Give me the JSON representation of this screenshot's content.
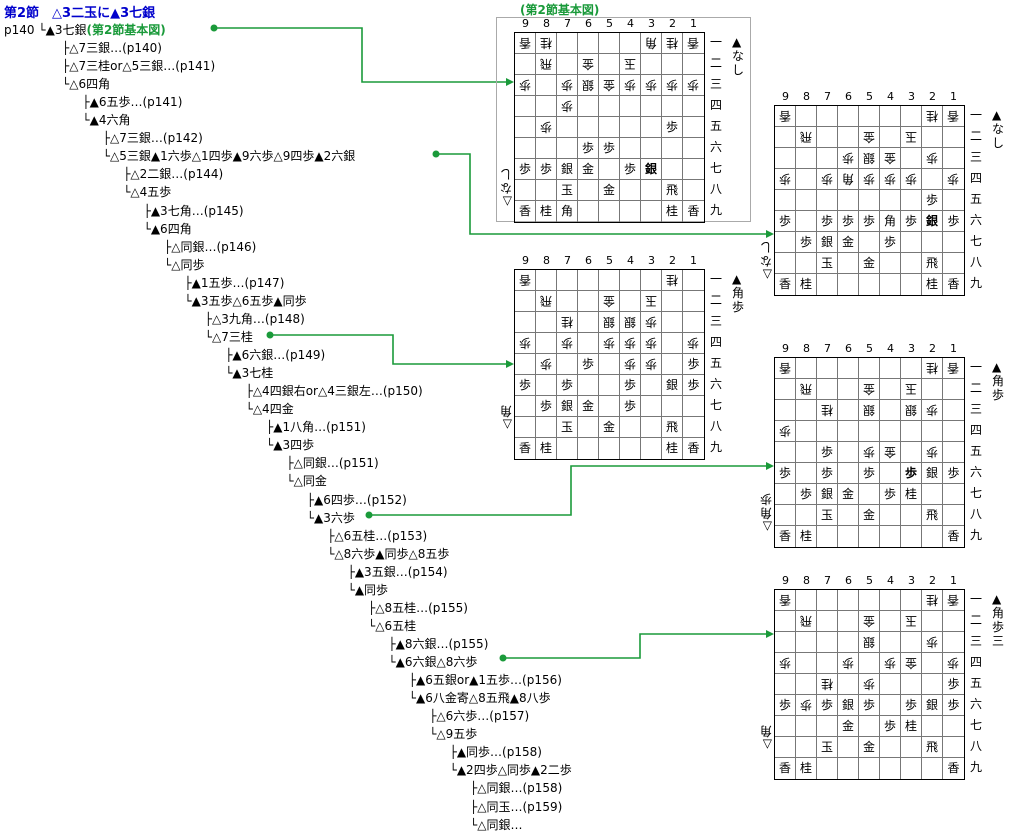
{
  "heading": "第2節　△3二玉に▲3七銀",
  "root_page": "p140",
  "root_move": "▲3七銀",
  "root_tag": "(第2節基本図)",
  "tree": [
    {
      "depth": 0,
      "conn": "├",
      "text": "△7三銀…(p140)"
    },
    {
      "depth": 0,
      "conn": "├",
      "text": "△7三桂or△5三銀…(p141)"
    },
    {
      "depth": 0,
      "conn": "└",
      "text": "△6四角"
    },
    {
      "depth": 1,
      "conn": "├",
      "text": "▲6五歩…(p141)"
    },
    {
      "depth": 1,
      "conn": "└",
      "text": "▲4六角"
    },
    {
      "depth": 2,
      "conn": "├",
      "text": "△7三銀…(p142)"
    },
    {
      "depth": 2,
      "conn": "└",
      "text": "△5三銀▲1六歩△1四歩▲9六歩△9四歩▲2六銀"
    },
    {
      "depth": 3,
      "conn": "├",
      "text": "△2二銀…(p144)"
    },
    {
      "depth": 3,
      "conn": "└",
      "text": "△4五歩"
    },
    {
      "depth": 4,
      "conn": "├",
      "text": "▲3七角…(p145)"
    },
    {
      "depth": 4,
      "conn": "└",
      "text": "▲6四角"
    },
    {
      "depth": 5,
      "conn": "├",
      "text": "△同銀…(p146)"
    },
    {
      "depth": 5,
      "conn": "└",
      "text": "△同歩"
    },
    {
      "depth": 6,
      "conn": "├",
      "text": "▲1五歩…(p147)"
    },
    {
      "depth": 6,
      "conn": "└",
      "text": "▲3五歩△6五歩▲同歩"
    },
    {
      "depth": 7,
      "conn": "├",
      "text": "△3九角…(p148)"
    },
    {
      "depth": 7,
      "conn": "└",
      "text": "△7三桂"
    },
    {
      "depth": 8,
      "conn": "├",
      "text": "▲6六銀…(p149)"
    },
    {
      "depth": 8,
      "conn": "└",
      "text": "▲3七桂"
    },
    {
      "depth": 9,
      "conn": "├",
      "text": "△4四銀右or△4三銀左…(p150)"
    },
    {
      "depth": 9,
      "conn": "└",
      "text": "△4四金"
    },
    {
      "depth": 10,
      "conn": "├",
      "text": "▲1八角…(p151)"
    },
    {
      "depth": 10,
      "conn": "└",
      "text": "▲3四歩"
    },
    {
      "depth": 11,
      "conn": "├",
      "text": "△同銀…(p151)"
    },
    {
      "depth": 11,
      "conn": "└",
      "text": "△同金"
    },
    {
      "depth": 12,
      "conn": "├",
      "text": "▲6四歩…(p152)"
    },
    {
      "depth": 12,
      "conn": "└",
      "text": "▲3六歩"
    },
    {
      "depth": 13,
      "conn": "├",
      "text": "△6五桂…(p153)"
    },
    {
      "depth": 13,
      "conn": "└",
      "text": "△8六歩▲同歩△8五歩"
    },
    {
      "depth": 14,
      "conn": "├",
      "text": "▲3五銀…(p154)"
    },
    {
      "depth": 14,
      "conn": "└",
      "text": "▲同歩"
    },
    {
      "depth": 15,
      "conn": "├",
      "text": "△8五桂…(p155)"
    },
    {
      "depth": 15,
      "conn": "└",
      "text": "△6五桂"
    },
    {
      "depth": 16,
      "conn": "├",
      "text": "▲8六銀…(p155)"
    },
    {
      "depth": 16,
      "conn": "└",
      "text": "▲6六銀△8六歩"
    },
    {
      "depth": 17,
      "conn": "├",
      "text": "▲6五銀or▲1五歩…(p156)"
    },
    {
      "depth": 17,
      "conn": "└",
      "text": "▲6八金寄△8五飛▲8八歩"
    },
    {
      "depth": 18,
      "conn": "├",
      "text": "△6六歩…(p157)"
    },
    {
      "depth": 18,
      "conn": "└",
      "text": "△9五歩"
    },
    {
      "depth": 19,
      "conn": "├",
      "text": "▲同歩…(p158)"
    },
    {
      "depth": 19,
      "conn": "└",
      "text": "▲2四歩△同歩▲2二歩"
    },
    {
      "depth": 20,
      "conn": "├",
      "text": "△同銀…(p158)"
    },
    {
      "depth": 20,
      "conn": "├",
      "text": "△同玉…(p159)"
    },
    {
      "depth": 20,
      "conn": "└",
      "text": "△同銀…"
    }
  ],
  "boards": [
    {
      "id": "b1",
      "caption": "(第2節基本図)",
      "cols": [
        "9",
        "8",
        "7",
        "6",
        "5",
        "4",
        "3",
        "2",
        "1"
      ],
      "rows": [
        "一",
        "二",
        "三",
        "四",
        "五",
        "六",
        "七",
        "八",
        "九"
      ],
      "sente_hand": "▲なし",
      "gote_hand": "△なし",
      "cells": [
        [
          "g:香",
          "g:桂",
          "",
          "",
          "",
          "",
          "g:角",
          "g:桂",
          "g:香"
        ],
        [
          "",
          "g:飛",
          "",
          "g:金",
          "",
          "g:玉",
          "",
          "",
          ""
        ],
        [
          "g:歩",
          "",
          "g:歩",
          "g:銀",
          "g:金",
          "g:歩",
          "g:歩",
          "g:歩",
          "g:歩"
        ],
        [
          "",
          "",
          "g:歩",
          "",
          "",
          "",
          "",
          "",
          ""
        ],
        [
          "",
          "g:歩",
          "",
          "",
          "",
          "",
          "",
          "歩",
          ""
        ],
        [
          "",
          "",
          "",
          "歩",
          "歩",
          "",
          "",
          "",
          ""
        ],
        [
          "歩",
          "歩",
          "銀",
          "金",
          "",
          "歩",
          "b:銀",
          "",
          ""
        ],
        [
          "",
          "",
          "玉",
          "",
          "金",
          "",
          "",
          "飛",
          ""
        ],
        [
          "香",
          "桂",
          "角",
          "",
          "",
          "",
          "",
          "桂",
          "香"
        ]
      ]
    },
    {
      "id": "b2",
      "caption": "",
      "cols": [
        "9",
        "8",
        "7",
        "6",
        "5",
        "4",
        "3",
        "2",
        "1"
      ],
      "rows": [
        "一",
        "二",
        "三",
        "四",
        "五",
        "六",
        "七",
        "八",
        "九"
      ],
      "sente_hand": "▲なし",
      "gote_hand": "△なし",
      "cells": [
        [
          "g:香",
          "",
          "",
          "",
          "",
          "",
          "",
          "g:桂",
          "g:香"
        ],
        [
          "",
          "g:飛",
          "",
          "",
          "g:金",
          "",
          "g:玉",
          "",
          ""
        ],
        [
          "",
          "",
          "",
          "g:歩",
          "g:銀",
          "g:金",
          "",
          "g:歩",
          ""
        ],
        [
          "g:歩",
          "",
          "g:歩",
          "g:角",
          "g:歩",
          "g:歩",
          "g:歩",
          "",
          "g:歩"
        ],
        [
          "",
          "",
          "",
          "",
          "",
          "",
          "",
          "歩",
          ""
        ],
        [
          "歩",
          "",
          "歩",
          "歩",
          "歩",
          "角",
          "歩",
          "b:銀",
          "歩"
        ],
        [
          "",
          "歩",
          "銀",
          "金",
          "",
          "歩",
          "",
          "",
          ""
        ],
        [
          "",
          "",
          "玉",
          "",
          "金",
          "",
          "",
          "飛",
          ""
        ],
        [
          "香",
          "桂",
          "",
          "",
          "",
          "",
          "",
          "桂",
          "香"
        ]
      ]
    },
    {
      "id": "b3",
      "caption": "",
      "cols": [
        "9",
        "8",
        "7",
        "6",
        "5",
        "4",
        "3",
        "2",
        "1"
      ],
      "rows": [
        "一",
        "二",
        "三",
        "四",
        "五",
        "六",
        "七",
        "八",
        "九"
      ],
      "sente_hand": "▲角歩",
      "gote_hand": "△角",
      "cells": [
        [
          "g:香",
          "",
          "",
          "",
          "",
          "",
          "",
          "g:桂",
          ""
        ],
        [
          "",
          "g:飛",
          "",
          "",
          "g:金",
          "",
          "g:玉",
          "",
          ""
        ],
        [
          "",
          "",
          "g:桂",
          "",
          "g:銀",
          "g:銀",
          "g:歩",
          "",
          ""
        ],
        [
          "g:歩",
          "",
          "g:歩",
          "",
          "g:歩",
          "g:歩",
          "g:歩",
          "",
          "g:歩"
        ],
        [
          "",
          "g:歩",
          "",
          "歩",
          "",
          "g:歩",
          "g:歩",
          "",
          "歩"
        ],
        [
          "歩",
          "",
          "歩",
          "",
          "",
          "歩",
          "",
          "銀",
          "歩"
        ],
        [
          "",
          "歩",
          "銀",
          "金",
          "",
          "歩",
          "",
          "",
          ""
        ],
        [
          "",
          "",
          "玉",
          "",
          "金",
          "",
          "",
          "飛",
          ""
        ],
        [
          "香",
          "桂",
          "",
          "",
          "",
          "",
          "",
          "桂",
          "香"
        ]
      ]
    },
    {
      "id": "b4",
      "caption": "",
      "cols": [
        "9",
        "8",
        "7",
        "6",
        "5",
        "4",
        "3",
        "2",
        "1"
      ],
      "rows": [
        "一",
        "二",
        "三",
        "四",
        "五",
        "六",
        "七",
        "八",
        "九"
      ],
      "sente_hand": "▲角歩",
      "gote_hand": "△角歩",
      "cells": [
        [
          "g:香",
          "",
          "",
          "",
          "",
          "",
          "",
          "g:桂",
          "g:香"
        ],
        [
          "",
          "g:飛",
          "",
          "",
          "g:金",
          "",
          "g:玉",
          "",
          ""
        ],
        [
          "",
          "",
          "g:桂",
          "",
          "g:銀",
          "",
          "g:銀",
          "g:歩",
          ""
        ],
        [
          "g:歩",
          "",
          "",
          "",
          "",
          "",
          "",
          "",
          ""
        ],
        [
          "",
          "",
          "歩",
          "",
          "g:歩",
          "g:金",
          "",
          "g:歩",
          ""
        ],
        [
          "歩",
          "",
          "歩",
          "",
          "歩",
          "",
          "b:歩",
          "銀",
          "歩"
        ],
        [
          "",
          "歩",
          "銀",
          "金",
          "",
          "歩",
          "桂",
          "",
          ""
        ],
        [
          "",
          "",
          "玉",
          "",
          "金",
          "",
          "",
          "飛",
          ""
        ],
        [
          "香",
          "桂",
          "",
          "",
          "",
          "",
          "",
          "",
          "香"
        ]
      ]
    },
    {
      "id": "b5",
      "caption": "",
      "cols": [
        "9",
        "8",
        "7",
        "6",
        "5",
        "4",
        "3",
        "2",
        "1"
      ],
      "rows": [
        "一",
        "二",
        "三",
        "四",
        "五",
        "六",
        "七",
        "八",
        "九"
      ],
      "sente_hand": "▲角歩三",
      "gote_hand": "△角",
      "cells": [
        [
          "g:香",
          "",
          "",
          "",
          "",
          "",
          "",
          "g:桂",
          "g:香"
        ],
        [
          "",
          "g:飛",
          "",
          "",
          "g:金",
          "",
          "g:玉",
          "",
          ""
        ],
        [
          "",
          "",
          "",
          "",
          "g:銀",
          "",
          "",
          "g:歩",
          ""
        ],
        [
          "g:歩",
          "",
          "",
          "g:歩",
          "",
          "g:歩",
          "g:金",
          "",
          "g:歩"
        ],
        [
          "",
          "",
          "g:桂",
          "",
          "g:歩",
          "",
          "",
          "",
          "歩"
        ],
        [
          "歩",
          "g:歩",
          "歩",
          "銀",
          "歩",
          "",
          "歩",
          "銀",
          "歩"
        ],
        [
          "",
          "",
          "",
          "金",
          "",
          "歩",
          "桂",
          "",
          ""
        ],
        [
          "",
          "",
          "玉",
          "",
          "金",
          "",
          "",
          "飛",
          ""
        ],
        [
          "香",
          "桂",
          "",
          "",
          "",
          "",
          "",
          "",
          "香"
        ]
      ]
    }
  ],
  "colors": {
    "heading": "#0000cc",
    "link": "#1a9a3a",
    "caption": "#1a9a3a"
  }
}
